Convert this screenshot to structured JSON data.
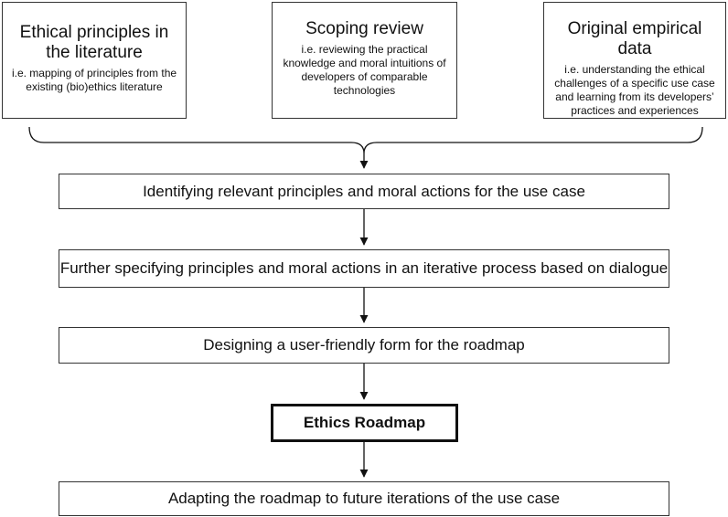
{
  "sources": [
    {
      "title": "Ethical principles in the literature",
      "desc": "i.e. mapping of principles from the existing (bio)ethics literature"
    },
    {
      "title": "Scoping review",
      "desc": "i.e. reviewing the practical knowledge and moral intuitions of developers of comparable technologies"
    },
    {
      "title": "Original empirical data",
      "desc": "i.e. understanding the ethical challenges of a specific use case and learning from its developers’ practices and experiences"
    }
  ],
  "steps": {
    "identify": "Identifying relevant principles and moral actions for the use case",
    "specify": "Further specifying principles and moral actions in an iterative process based on dialogue",
    "design": "Designing a user-friendly form for the roadmap",
    "roadmap": "Ethics Roadmap",
    "adapt": "Adapting the roadmap to future iterations of the use case"
  }
}
